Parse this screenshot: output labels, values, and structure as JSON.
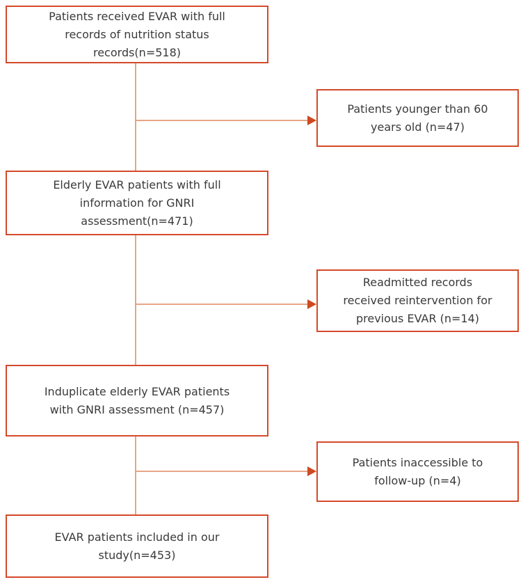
{
  "colors": {
    "box_border": "#d5492a",
    "connector": "#e8a585",
    "arrow": "#ce4a21",
    "text": "#3a3a3a",
    "background": "#ffffff"
  },
  "flow": {
    "main_boxes": [
      "Patients received EVAR with full\nrecords of nutrition status\nrecords(n=518)",
      "Elderly EVAR patients with full\ninformation for GNRI\nassessment(n=471)",
      "Induplicate elderly EVAR patients\nwith GNRI assessment (n=457)",
      "EVAR patients included in our\nstudy(n=453)"
    ],
    "exclusion_boxes": [
      "Patients younger than 60\nyears old (n=47)",
      "Readmitted records\nreceived reintervention for\nprevious EVAR (n=14)",
      "Patients inaccessible to\nfollow-up (n=4)"
    ]
  }
}
